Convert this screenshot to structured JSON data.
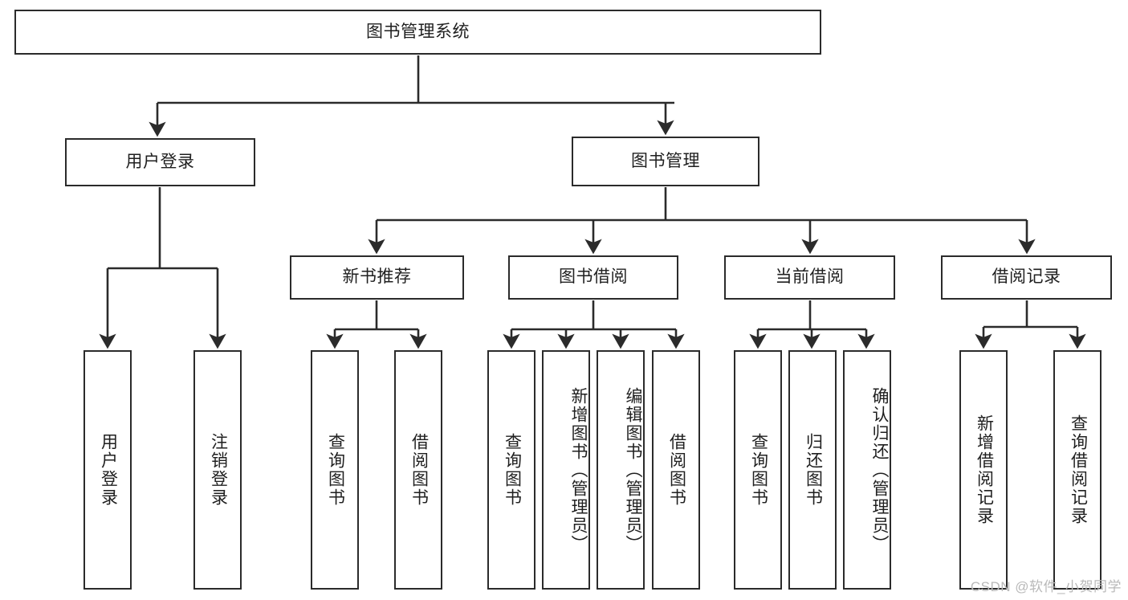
{
  "diagram": {
    "type": "tree-hierarchy",
    "title": "图书管理系统",
    "root": {
      "id": "root",
      "label": "图书管理系统",
      "orientation": "horizontal"
    },
    "level2": [
      {
        "id": "user-login",
        "label": "用户登录",
        "orientation": "horizontal"
      },
      {
        "id": "book-manage",
        "label": "图书管理",
        "orientation": "horizontal"
      }
    ],
    "level3": [
      {
        "id": "new-book-recommend",
        "label": "新书推荐",
        "orientation": "horizontal",
        "parent": "book-manage"
      },
      {
        "id": "book-borrow",
        "label": "图书借阅",
        "orientation": "horizontal",
        "parent": "book-manage"
      },
      {
        "id": "current-borrow",
        "label": "当前借阅",
        "orientation": "horizontal",
        "parent": "book-manage"
      },
      {
        "id": "borrow-record",
        "label": "借阅记录",
        "orientation": "horizontal",
        "parent": "book-manage"
      }
    ],
    "leaves": [
      {
        "id": "leaf-user-login",
        "label": "用户登录",
        "orientation": "vertical",
        "parent": "user-login"
      },
      {
        "id": "leaf-user-logout",
        "label": "注销登录",
        "orientation": "vertical",
        "parent": "user-login"
      },
      {
        "id": "leaf-query-book-1",
        "label": "查询图书",
        "orientation": "vertical",
        "parent": "new-book-recommend"
      },
      {
        "id": "leaf-borrow-book-1",
        "label": "借阅图书",
        "orientation": "vertical",
        "parent": "new-book-recommend"
      },
      {
        "id": "leaf-query-book-2",
        "label": "查询图书",
        "orientation": "vertical",
        "parent": "book-borrow"
      },
      {
        "id": "leaf-add-book",
        "label": "新增图书（管理员）",
        "orientation": "vertical",
        "parent": "book-borrow"
      },
      {
        "id": "leaf-edit-book",
        "label": "编辑图书（管理员）",
        "orientation": "vertical",
        "parent": "book-borrow"
      },
      {
        "id": "leaf-borrow-book-2",
        "label": "借阅图书",
        "orientation": "vertical",
        "parent": "book-borrow"
      },
      {
        "id": "leaf-query-book-3",
        "label": "查询图书",
        "orientation": "vertical",
        "parent": "current-borrow"
      },
      {
        "id": "leaf-return-book",
        "label": "归还图书",
        "orientation": "vertical",
        "parent": "current-borrow"
      },
      {
        "id": "leaf-confirm-return",
        "label": "确认归还（管理员）",
        "orientation": "vertical",
        "parent": "current-borrow"
      },
      {
        "id": "leaf-add-record",
        "label": "新增借阅记录",
        "orientation": "vertical",
        "parent": "borrow-record"
      },
      {
        "id": "leaf-query-record",
        "label": "查询借阅记录",
        "orientation": "vertical",
        "parent": "borrow-record"
      }
    ]
  },
  "watermark": {
    "text": "CSDN @软件_小贺同学"
  },
  "colors": {
    "stroke": "#2b2b2b",
    "node_fill": "#ffffff",
    "text": "#1f1f1f",
    "background": "#ffffff",
    "watermark": "#b9b9b9"
  }
}
